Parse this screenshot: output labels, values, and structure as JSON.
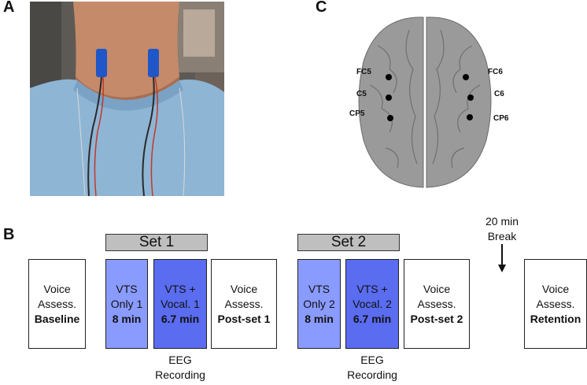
{
  "panels": {
    "a": "A",
    "b": "B",
    "c": "C"
  },
  "electrodes": [
    "FC5",
    "C5",
    "CP5",
    "FC6",
    "C6",
    "CP6"
  ],
  "sets": [
    "Set 1",
    "Set 2"
  ],
  "boxes": [
    {
      "l1": "Voice",
      "l2": "Assess.",
      "l3": "Baseline"
    },
    {
      "l1": "VTS",
      "l2": "Only 1",
      "l3": "8 min"
    },
    {
      "l1": "VTS +",
      "l2": "Vocal. 1",
      "l3": "6.7 min"
    },
    {
      "l1": "Voice",
      "l2": "Assess.",
      "l3": "Post-set 1"
    },
    {
      "l1": "VTS",
      "l2": "Only 2",
      "l3": "8 min"
    },
    {
      "l1": "VTS +",
      "l2": "Vocal. 2",
      "l3": "6.7 min"
    },
    {
      "l1": "Voice",
      "l2": "Assess.",
      "l3": "Post-set 2"
    },
    {
      "l1": "Voice",
      "l2": "Assess.",
      "l3": "Retention"
    }
  ],
  "eeg": {
    "l1": "EEG",
    "l2": "Recording"
  },
  "break": {
    "l1": "20 min",
    "l2": "Break"
  }
}
